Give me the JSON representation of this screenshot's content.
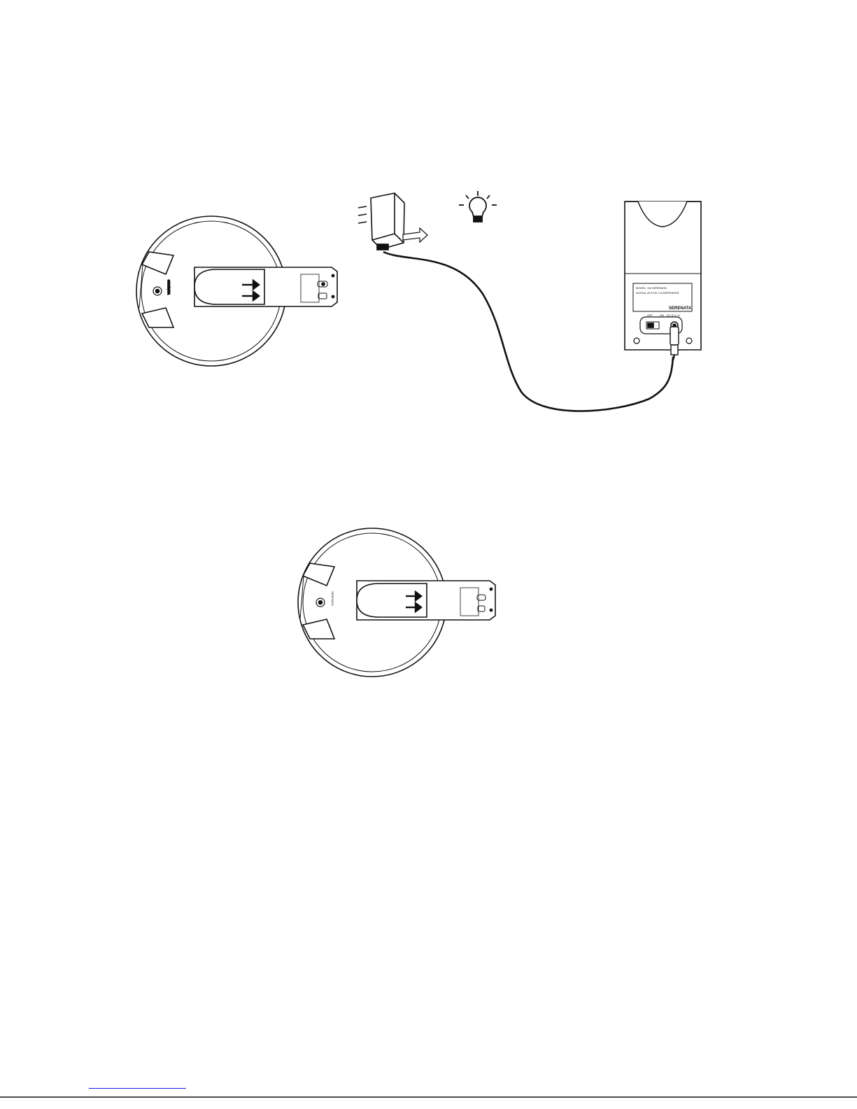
{
  "brand": {
    "name": "SERENATA"
  },
  "product_label": {
    "model_line": "MODEL: HA SERENATA",
    "type_line": "DIGITAL ACTIVE LOUDSPEAKER"
  },
  "switch_labels": {
    "off": "OFF",
    "on": "ON",
    "dc_input": "DC 5 V / A"
  },
  "icons": {
    "adapter": "power-adapter-icon",
    "light": "light-bulb-icon",
    "arrows": "double-arrow-icon"
  },
  "colors": {
    "line": "#111111",
    "link": "#1a1ad8"
  }
}
